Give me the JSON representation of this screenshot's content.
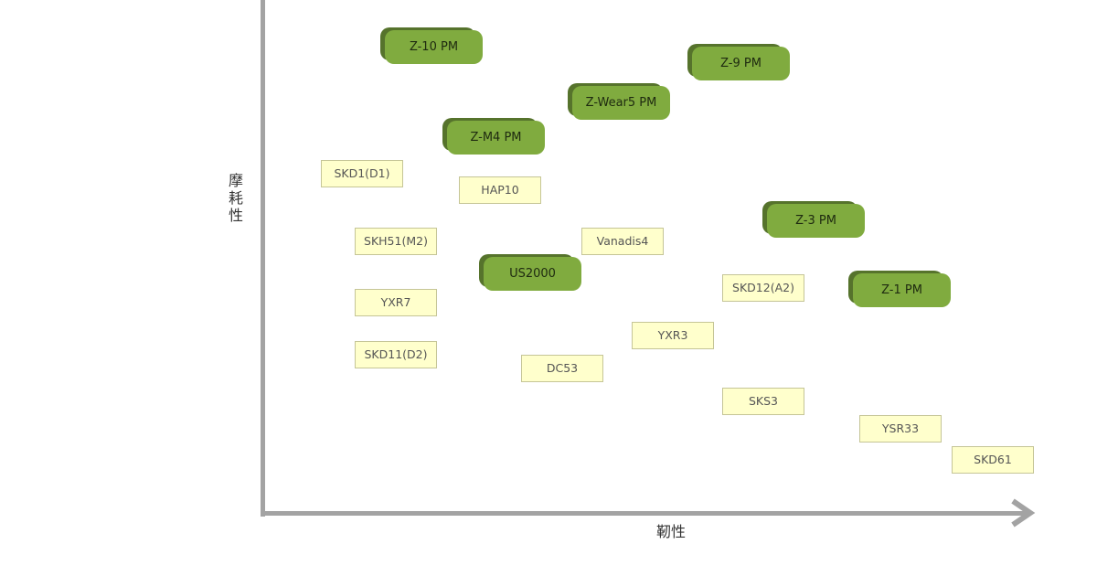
{
  "axes": {
    "y_label": "摩耗性",
    "x_label": "靭性"
  },
  "colors": {
    "premium_fill": "#80ab3f",
    "premium_shadow": "#56732c",
    "standard_fill": "#ffffcc",
    "axis": "#a3a3a3"
  },
  "premium": [
    "Z-10 PM",
    "Z-9 PM",
    "Z-Wear5 PM",
    "Z-M4 PM",
    "Z-3 PM",
    "US2000",
    "Z-1 PM"
  ],
  "standard": [
    "SKD1(D1)",
    "HAP10",
    "SKH51(M2)",
    "Vanadis4",
    "YXR7",
    "SKD12(A2)",
    "YXR3",
    "SKD11(D2)",
    "DC53",
    "SKS3",
    "YSR33",
    "SKD61"
  ]
}
